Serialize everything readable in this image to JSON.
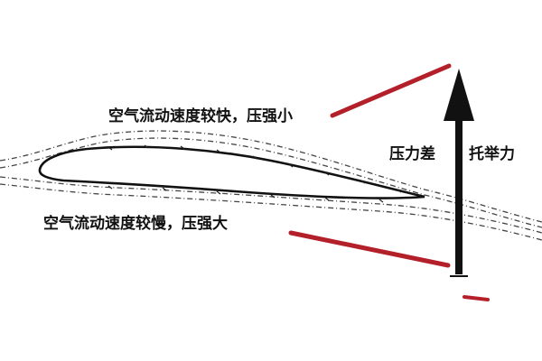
{
  "labels": {
    "upper_surface": "空气流动速度较快，压强小",
    "lower_surface": "空气流动速度较慢，压强大",
    "pressure_difference": "压力差",
    "lift": "托举力"
  },
  "colors": {
    "ink": "#111111",
    "accent": "#b3202a",
    "streamline": "#444444"
  },
  "icons": {
    "lift_arrow": "up-arrow-icon"
  }
}
